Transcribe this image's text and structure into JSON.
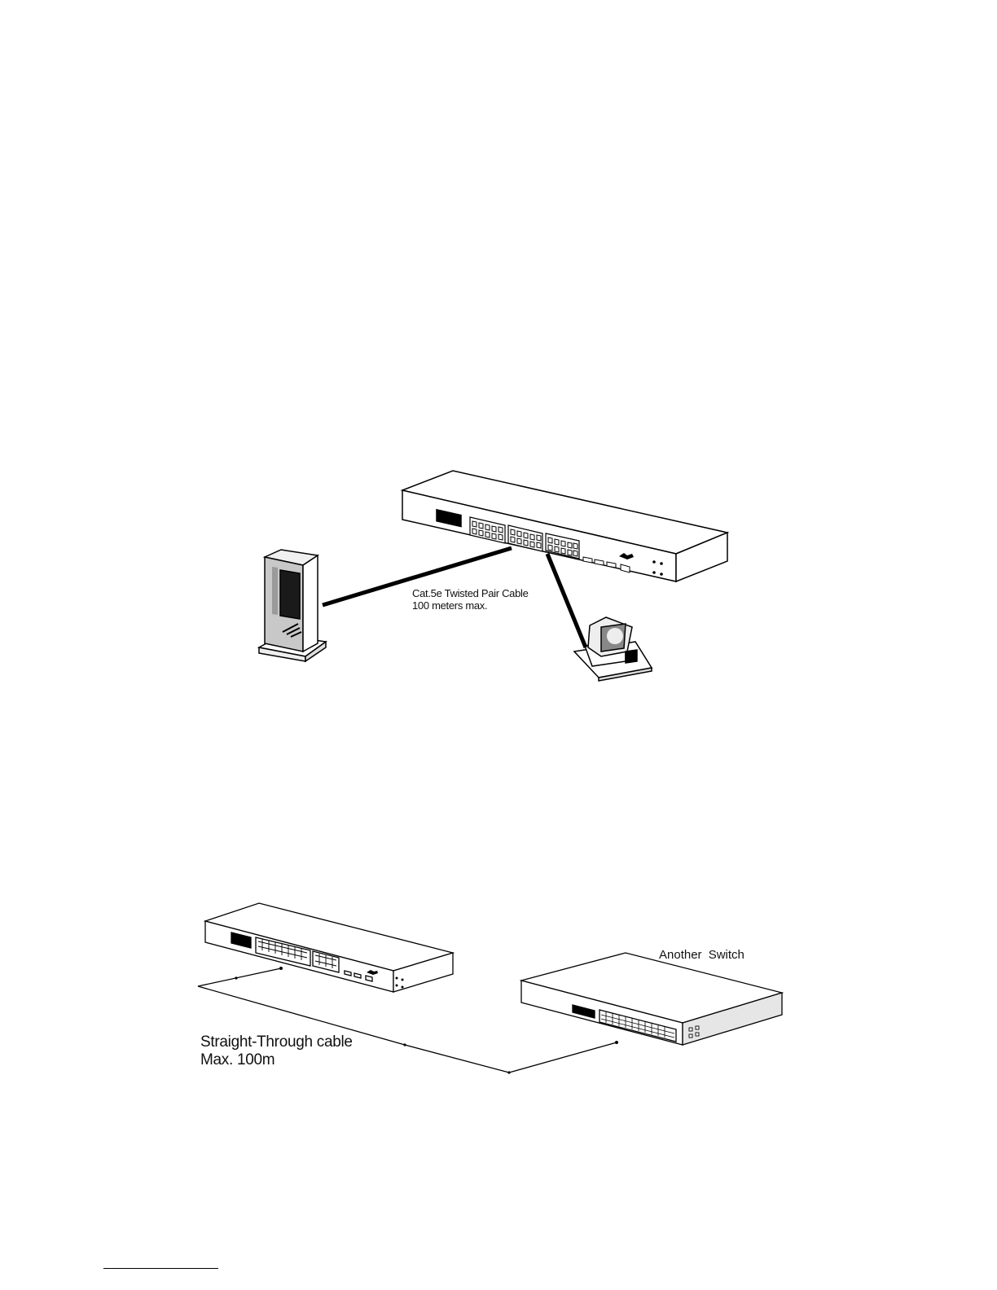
{
  "figure1": {
    "cable_label_line1": "Cat.5e Twisted Pair Cable",
    "cable_label_line2": "100 meters max."
  },
  "figure2": {
    "another_switch_label": "Another Switch",
    "cable_label_line1": "Straight-Through cable",
    "cable_label_line2": "Max. 100m"
  }
}
